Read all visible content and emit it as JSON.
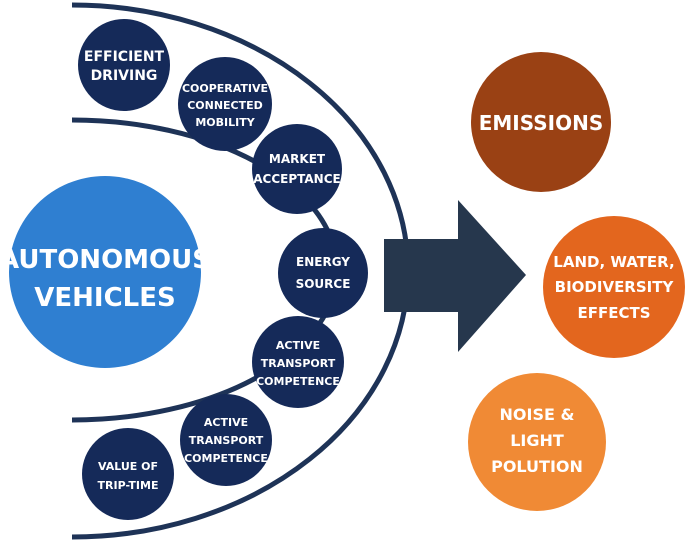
{
  "central": {
    "line1": "AUTONOMOUS",
    "line2": "VEHICLES"
  },
  "factors": [
    {
      "lines": [
        "EFFICIENT",
        "DRIVING"
      ]
    },
    {
      "lines": [
        "COOPERATIVE",
        "CONNECTED",
        "MOBILITY"
      ]
    },
    {
      "lines": [
        "MARKET",
        "ACCEPTANCE"
      ]
    },
    {
      "lines": [
        "ENERGY",
        "SOURCE"
      ]
    },
    {
      "lines": [
        "ACTIVE",
        "TRANSPORT",
        "COMPETENCE"
      ]
    },
    {
      "lines": [
        "ACTIVE",
        "TRANSPORT",
        "COMPETENCE"
      ]
    },
    {
      "lines": [
        "VALUE OF",
        "TRIP-TIME"
      ]
    }
  ],
  "effects": [
    {
      "lines": [
        "EMISSIONS"
      ]
    },
    {
      "lines": [
        "LAND, WATER,",
        "BIODIVERSITY",
        "EFFECTS"
      ]
    },
    {
      "lines": [
        "NOISE &",
        "LIGHT",
        "POLUTION"
      ]
    }
  ],
  "colors": {
    "central": "#2f7fd1",
    "factor": "#152a59",
    "arc": "#1e3357",
    "arrow": "#26374d",
    "emissions": "#9a4114",
    "land": "#e3661e",
    "noise": "#f08a35"
  }
}
